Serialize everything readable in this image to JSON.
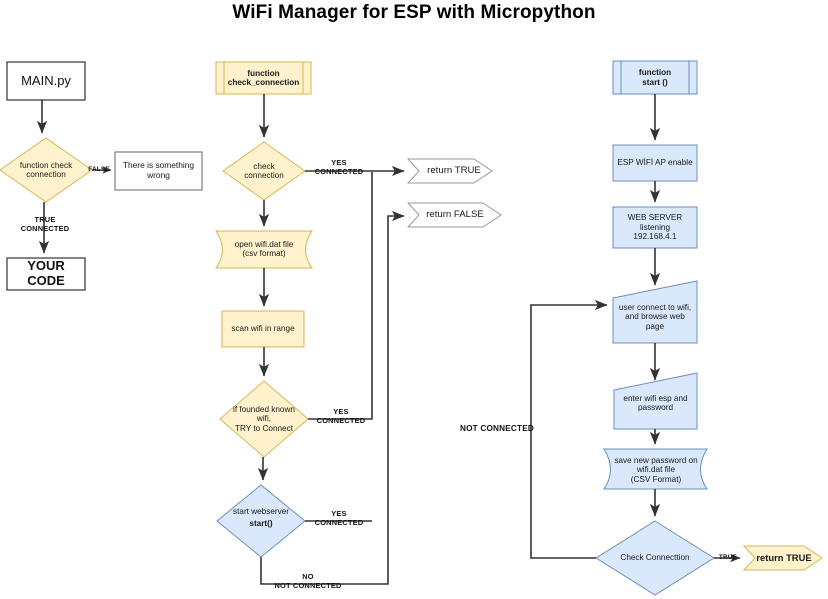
{
  "title": "WiFi Manager for ESP with Micropython",
  "colors": {
    "yellow_fill": "#fff2cc",
    "yellow_stroke": "#d6b656",
    "blue_fill": "#dae8fc",
    "blue_stroke": "#6c8ebf",
    "white_fill": "#ffffff",
    "gray_stroke": "#666666",
    "black_stroke": "#000000",
    "line": "#333333",
    "text": "#1a1a1a"
  },
  "columns": {
    "left": {
      "name": "main-flow",
      "nodes": [
        {
          "id": "main-py",
          "label": "MAIN.py",
          "shape": "process",
          "fill": "white"
        },
        {
          "id": "function-check-connection",
          "label": "function check\nconnection",
          "shape": "decision",
          "fill": "yellow"
        },
        {
          "id": "there-is-something-wrong",
          "label": "There is something\nwrong",
          "shape": "process",
          "fill": "white"
        },
        {
          "id": "your-code",
          "label": "YOUR CODE",
          "shape": "process",
          "fill": "white"
        }
      ],
      "edges": [
        {
          "id": "false-edge",
          "label": "FALSE"
        },
        {
          "id": "true-connected-edge",
          "label": "TRUE\nCONNECTED"
        }
      ]
    },
    "middle": {
      "name": "check-connection-function",
      "nodes": [
        {
          "id": "function-check-connection-header",
          "label": "function\ncheck_connection",
          "shape": "predefined-process",
          "fill": "yellow"
        },
        {
          "id": "check-connection-decision",
          "label": "check\nconnection",
          "shape": "decision",
          "fill": "yellow"
        },
        {
          "id": "open-wifi-dat-file",
          "label": "open wifi.dat file\n(csv format)",
          "shape": "tape",
          "fill": "yellow"
        },
        {
          "id": "scan-wifi-in-range",
          "label": "scan wifi in range",
          "shape": "process",
          "fill": "yellow"
        },
        {
          "id": "if-founded-known-wifi",
          "label": "if founded known\nwifi,\nTRY to Connect",
          "shape": "decision",
          "fill": "yellow"
        },
        {
          "id": "start-webserver",
          "label": "start webserver",
          "sublabel": "start()",
          "shape": "decision",
          "fill": "blue"
        },
        {
          "id": "return-true-chevron",
          "label": "return TRUE",
          "shape": "chevron",
          "fill": "white"
        },
        {
          "id": "return-false-chevron",
          "label": "return FALSE",
          "shape": "chevron",
          "fill": "white"
        }
      ],
      "edges": [
        {
          "id": "check-yes-connected",
          "label": "YES\nCONNECTED"
        },
        {
          "id": "wifi-yes-connected",
          "label": "YES\nCONNECTED"
        },
        {
          "id": "webserver-yes-connected",
          "label": "YES\nCONNECTED"
        },
        {
          "id": "webserver-no-not-connected",
          "label": "NO\nNOT CONNECTED"
        }
      ]
    },
    "right": {
      "name": "start-function",
      "nodes": [
        {
          "id": "function-start-header",
          "label": "function\nstart ()",
          "shape": "predefined-process",
          "fill": "blue"
        },
        {
          "id": "esp-wifi-ap-enable",
          "label": "ESP WİFİ AP enable",
          "shape": "process",
          "fill": "blue"
        },
        {
          "id": "web-server-listening",
          "label": "WEB SERVER\nlistening\n192.168.4.1",
          "shape": "process",
          "fill": "blue"
        },
        {
          "id": "user-connect-to-wifi",
          "label": "user connect to wifi,\nand browse web\npage",
          "shape": "manual-input",
          "fill": "blue"
        },
        {
          "id": "enter-wifi-esp-and-password",
          "label": "enter wifi esp and\npassword",
          "shape": "manual-input",
          "fill": "blue"
        },
        {
          "id": "save-new-password",
          "label": "save new password on\nwifi.dat file\n(CSV Format)",
          "shape": "tape",
          "fill": "blue"
        },
        {
          "id": "check-connecttion",
          "label": "Check Connecttion",
          "shape": "decision",
          "fill": "blue"
        },
        {
          "id": "return-true-yellow-chevron",
          "label": "return TRUE",
          "shape": "chevron",
          "fill": "yellow"
        }
      ],
      "edges": [
        {
          "id": "check-true",
          "label": "TRUE"
        },
        {
          "id": "not-connected-loop",
          "label": "NOT CONNECTED"
        }
      ]
    }
  }
}
